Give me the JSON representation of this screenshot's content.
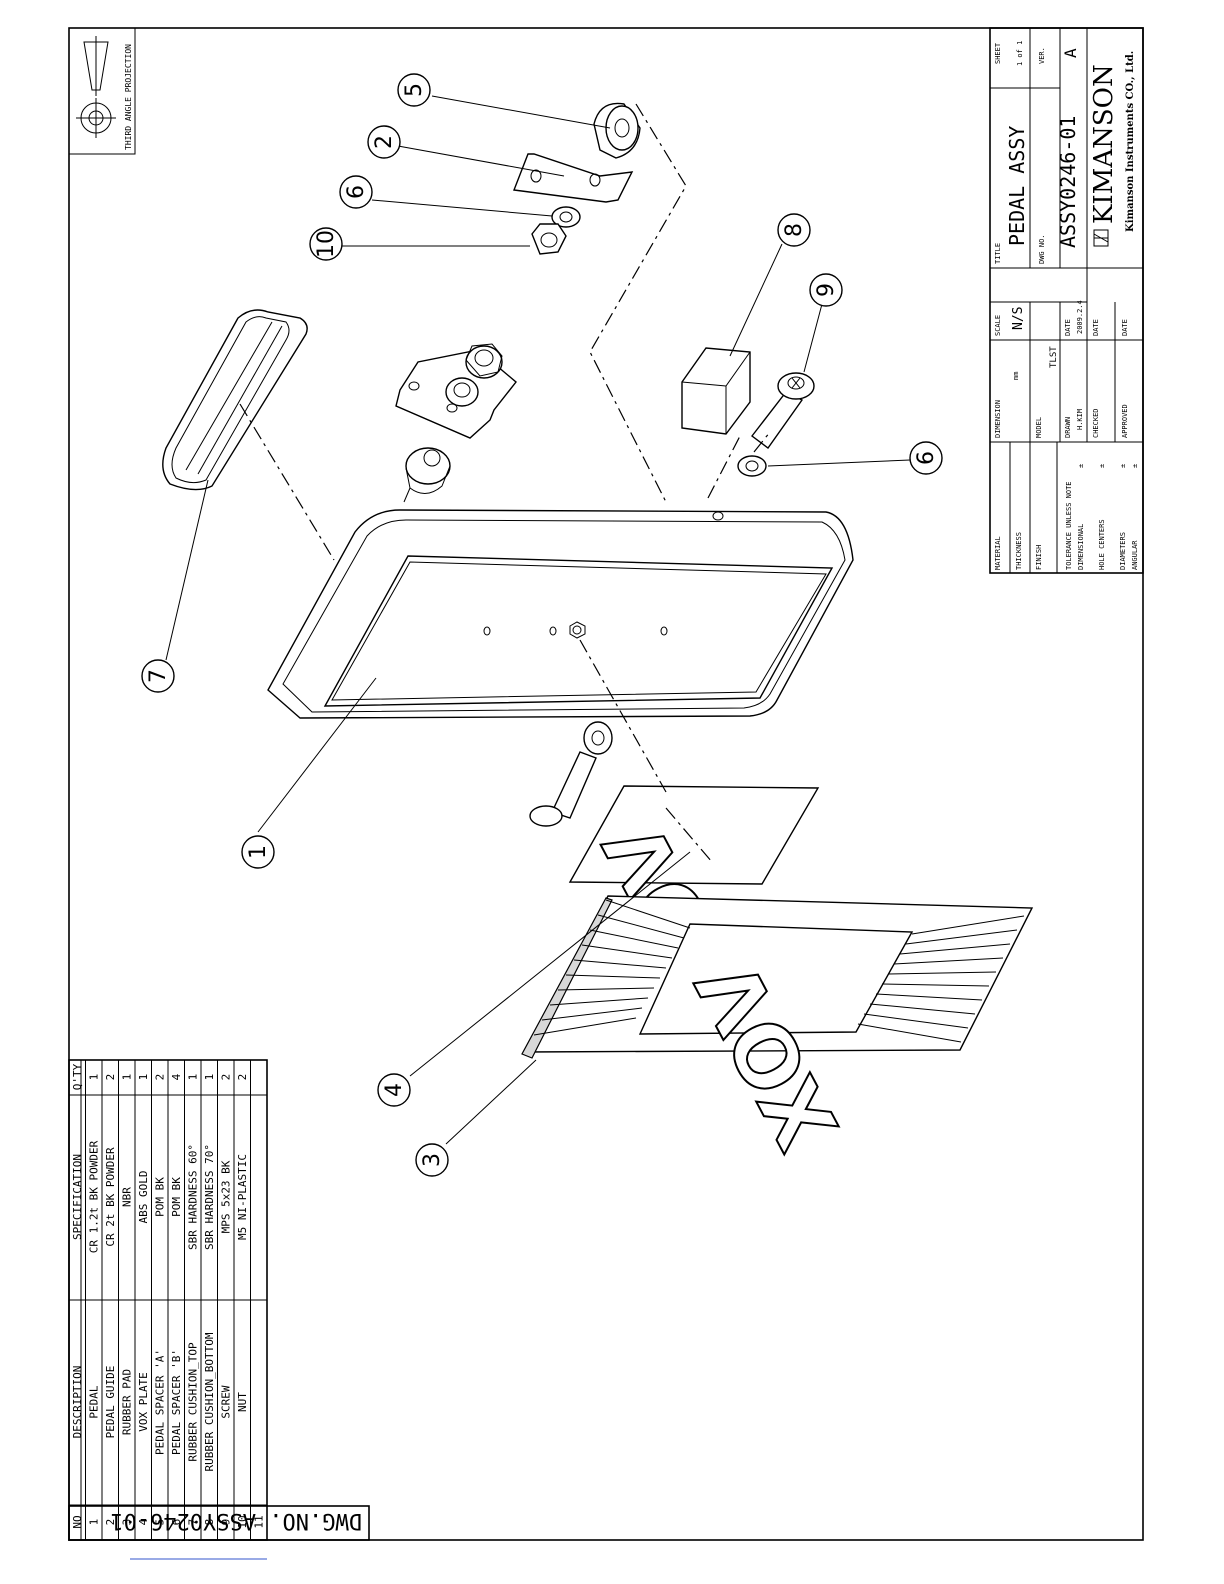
{
  "projection": {
    "label": "THIRD ANGLE PROJECTION"
  },
  "title_block": {
    "material_label": "MATERIAL",
    "thickness_label": "THICKNESS",
    "finish_label": "FINISH",
    "tolerance_label": "TOLERANCE UNLESS NOTE",
    "dimensional_label": "DIMENSIONAL",
    "hole_centers_label": "HOLE CENTERS",
    "diameters_label": "DIAMETERS",
    "angular_label": "ANGULAR",
    "tolerance_value": "±",
    "dimension_label": "DIMENSION",
    "dimension_value": "mm",
    "model_label": "MODEL",
    "model_value": "TLST",
    "drawn_label": "DRAWN",
    "drawn_value": "H.KIM",
    "checked_label": "CHECKED",
    "approved_label": "APPROVED",
    "scale_label": "SCALE",
    "scale_value": "N/S",
    "date_label": "DATE",
    "date_value": "2009.2.4",
    "title_label": "TITLE",
    "title_value": "PEDAL ASSY",
    "dwg_no_label": "DWG NO.",
    "dwg_no_value": "ASSY0246-01",
    "sheet_label": "SHEET",
    "sheet_value": "1 of 1",
    "ver_label": "VER.",
    "ver_value": "A",
    "company_name": "KIMANSON",
    "company_full": "Kimanson Instruments CO., Ltd."
  },
  "dwg_stamp": "DWG.NO. ASSY0246-01",
  "bom": {
    "headers": [
      "NO",
      "DESCRIPTION",
      "SPECIFICATION",
      "Q'TY"
    ],
    "rows": [
      [
        "1",
        "PEDAL",
        "CR 1.2t BK POWDER",
        "1"
      ],
      [
        "2",
        "PEDAL GUIDE",
        "CR 2t BK POWDER",
        "2"
      ],
      [
        "3",
        "RUBBER PAD",
        "NBR",
        "1"
      ],
      [
        "4",
        "VOX PLATE",
        "ABS GOLD",
        "1"
      ],
      [
        "5",
        "PEDAL SPACER 'A'",
        "POM BK",
        "2"
      ],
      [
        "6",
        "PEDAL SPACER 'B'",
        "POM BK",
        "4"
      ],
      [
        "7",
        "RUBBER CUSHION_TOP",
        "SBR HARDNESS 60°",
        "1"
      ],
      [
        "8",
        "RUBBER CUSHION_BOTTOM",
        "SBR HARDNESS 70°",
        "1"
      ],
      [
        "9",
        "SCREW",
        "MPS 5x23 BK",
        "2"
      ],
      [
        "10",
        "NUT",
        "M5 NI-PLASTIC",
        "2"
      ],
      [
        "11",
        "",
        "",
        ""
      ]
    ]
  },
  "balloons": [
    "1",
    "2",
    "3",
    "4",
    "5",
    "6",
    "6",
    "7",
    "8",
    "9",
    "10"
  ],
  "logo_text": "VOX"
}
